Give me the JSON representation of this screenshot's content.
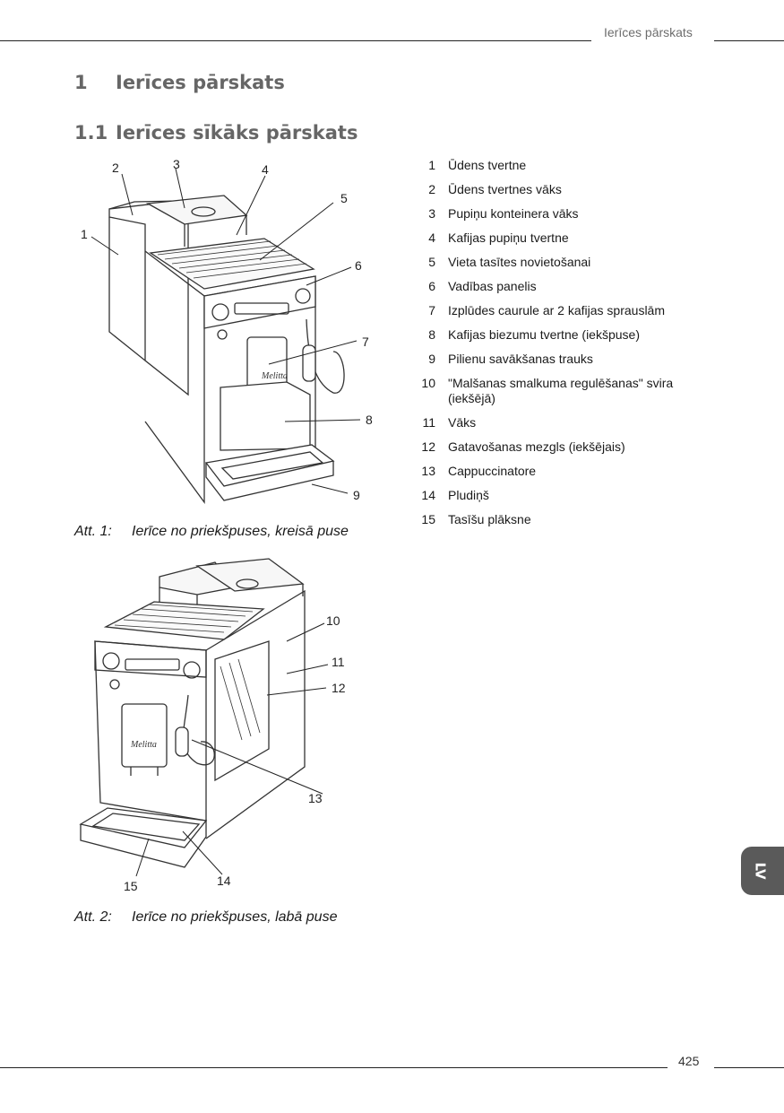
{
  "header": {
    "running_title": "Ierīces pārskats"
  },
  "section": {
    "h1_number": "1",
    "h1_title": "Ierīces pārskats",
    "h2_number": "1.1",
    "h2_title": "Ierīces sīkāks pārskats"
  },
  "parts": [
    {
      "n": "1",
      "text": "Ūdens tvertne"
    },
    {
      "n": "2",
      "text": "Ūdens tvertnes vāks"
    },
    {
      "n": "3",
      "text": "Pupiņu konteinera vāks"
    },
    {
      "n": "4",
      "text": "Kafijas pupiņu tvertne"
    },
    {
      "n": "5",
      "text": "Vieta tasītes novietošanai"
    },
    {
      "n": "6",
      "text": "Vadības panelis"
    },
    {
      "n": "7",
      "text": "Izplūdes caurule ar 2 kafijas sprauslām"
    },
    {
      "n": "8",
      "text": "Kafijas biezumu tvertne (iekšpuse)"
    },
    {
      "n": "9",
      "text": "Pilienu savākšanas trauks"
    },
    {
      "n": "10",
      "text": "\"Malšanas smalkuma regulēšanas\" svira (iekšējā)"
    },
    {
      "n": "11",
      "text": "Vāks"
    },
    {
      "n": "12",
      "text": "Gatavošanas mezgls (iekšējais)"
    },
    {
      "n": "13",
      "text": "Cappuccinatore"
    },
    {
      "n": "14",
      "text": "Pludiņš"
    },
    {
      "n": "15",
      "text": "Tasīšu plāksne"
    }
  ],
  "figures": [
    {
      "label": "Att. 1:",
      "caption": "Ierīce no priekšpuses, kreisā puse"
    },
    {
      "label": "Att. 2:",
      "caption": "Ierīce no priekšpuses, labā puse"
    }
  ],
  "callouts_fig1": [
    "1",
    "2",
    "3",
    "4",
    "5",
    "6",
    "7",
    "8",
    "9"
  ],
  "callouts_fig2": [
    "10",
    "11",
    "12",
    "13",
    "14",
    "15"
  ],
  "brand_mark": "Melitta",
  "language_tab": "LV",
  "page_number": "425"
}
